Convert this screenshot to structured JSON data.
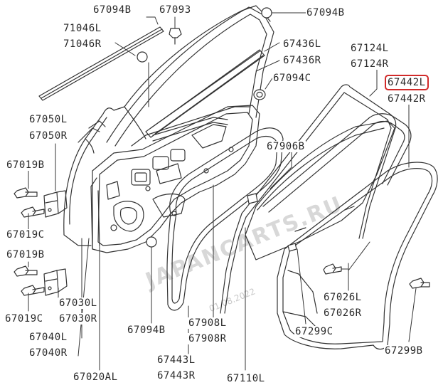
{
  "watermark": {
    "text": "JAPANCARTS.RU",
    "sub": "01.08.2022"
  },
  "labels": {
    "l_67094B_top": "67094B",
    "l_67093": "67093",
    "l_67094B_right": "67094B",
    "l_71046L": "71046L",
    "l_71046R": "71046R",
    "l_67436L": "67436L",
    "l_67436R": "67436R",
    "l_67124L": "67124L",
    "l_67124R": "67124R",
    "l_67094C": "67094C",
    "l_67442L": "67442L",
    "l_67442R": "67442R",
    "l_67050L": "67050L",
    "l_67050R": "67050R",
    "l_67906B": "67906B",
    "l_67019B_a": "67019B",
    "l_67019C_a": "67019C",
    "l_67019B_b": "67019B",
    "l_67030L": "67030L",
    "l_67030R": "67030R",
    "l_67019C_b": "67019C",
    "l_67040L": "67040L",
    "l_67040R": "67040R",
    "l_67094B_bottom": "67094B",
    "l_67908L": "67908L",
    "l_67908R": "67908R",
    "l_67026L": "67026L",
    "l_67026R": "67026R",
    "l_67299C": "67299C",
    "l_67299B": "67299B",
    "l_67443L": "67443L",
    "l_67443R": "67443R",
    "l_67020AL": "67020AL",
    "l_67110L": "67110L"
  },
  "highlight_color": "#d12a2a"
}
